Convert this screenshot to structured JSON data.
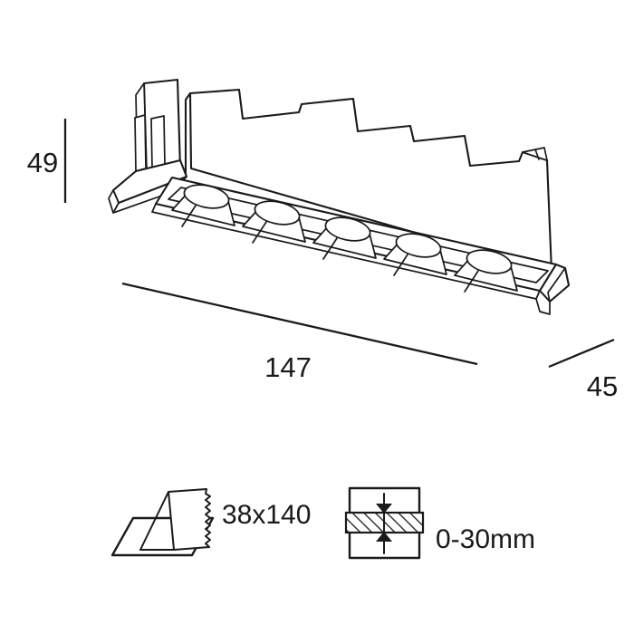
{
  "drawing": {
    "title": "Linear recessed LED downlight — dimensioned technical drawing",
    "product_type": "5-cell linear recessed LED luminaire",
    "projection": "isometric",
    "units": "mm",
    "line_color": "#1a1a1a",
    "background_color": "#ffffff"
  },
  "dimensions": {
    "height": {
      "label": "49",
      "name": "height-dimension",
      "axis": "vertical",
      "position": "left"
    },
    "length": {
      "label": "147",
      "name": "length-dimension",
      "axis": "horizontal-oblique",
      "position": "bottom"
    },
    "depth": {
      "label": "45",
      "name": "depth-dimension",
      "axis": "diagonal-oblique",
      "position": "bottom-right"
    }
  },
  "notes": [
    {
      "id": "cutout",
      "icon": "ceiling-cutout-icon",
      "label": "38x140",
      "description": "required ceiling cut-out size"
    },
    {
      "id": "ceiling-thickness",
      "icon": "ceiling-thickness-icon",
      "label": "0-30mm",
      "description": "suitable ceiling material thickness"
    }
  ],
  "fixture": {
    "cell_count": 5,
    "cells": [
      {
        "index": 1,
        "name": "led-cell-1"
      },
      {
        "index": 2,
        "name": "led-cell-2"
      },
      {
        "index": 3,
        "name": "led-cell-3"
      },
      {
        "index": 4,
        "name": "led-cell-4"
      },
      {
        "index": 5,
        "name": "led-cell-5"
      }
    ],
    "parts": [
      {
        "id": "spring-clip",
        "label": "mounting spring clip"
      },
      {
        "id": "housing",
        "label": "stepped heat-sink housing"
      },
      {
        "id": "bezel",
        "label": "trim bezel frame"
      },
      {
        "id": "end-cap",
        "label": "end cap"
      }
    ]
  }
}
